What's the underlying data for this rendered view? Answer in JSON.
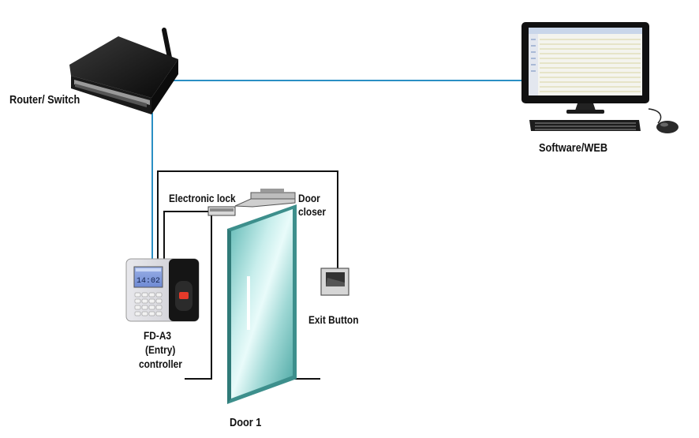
{
  "labels": {
    "router": "Router/ Switch",
    "software": "Software/WEB",
    "electronic_lock": "Electronic lock",
    "door_closer_1": "Door",
    "door_closer_2": "closer",
    "exit_button": "Exit Button",
    "controller_1": "FD-A3",
    "controller_2": "(Entry)",
    "controller_3": "controller",
    "door": "Door 1",
    "screen_time": "14:02"
  },
  "colors": {
    "network_line": "#2a8fc4",
    "wire": "#111111",
    "door_glass": "#8fd1cf"
  }
}
